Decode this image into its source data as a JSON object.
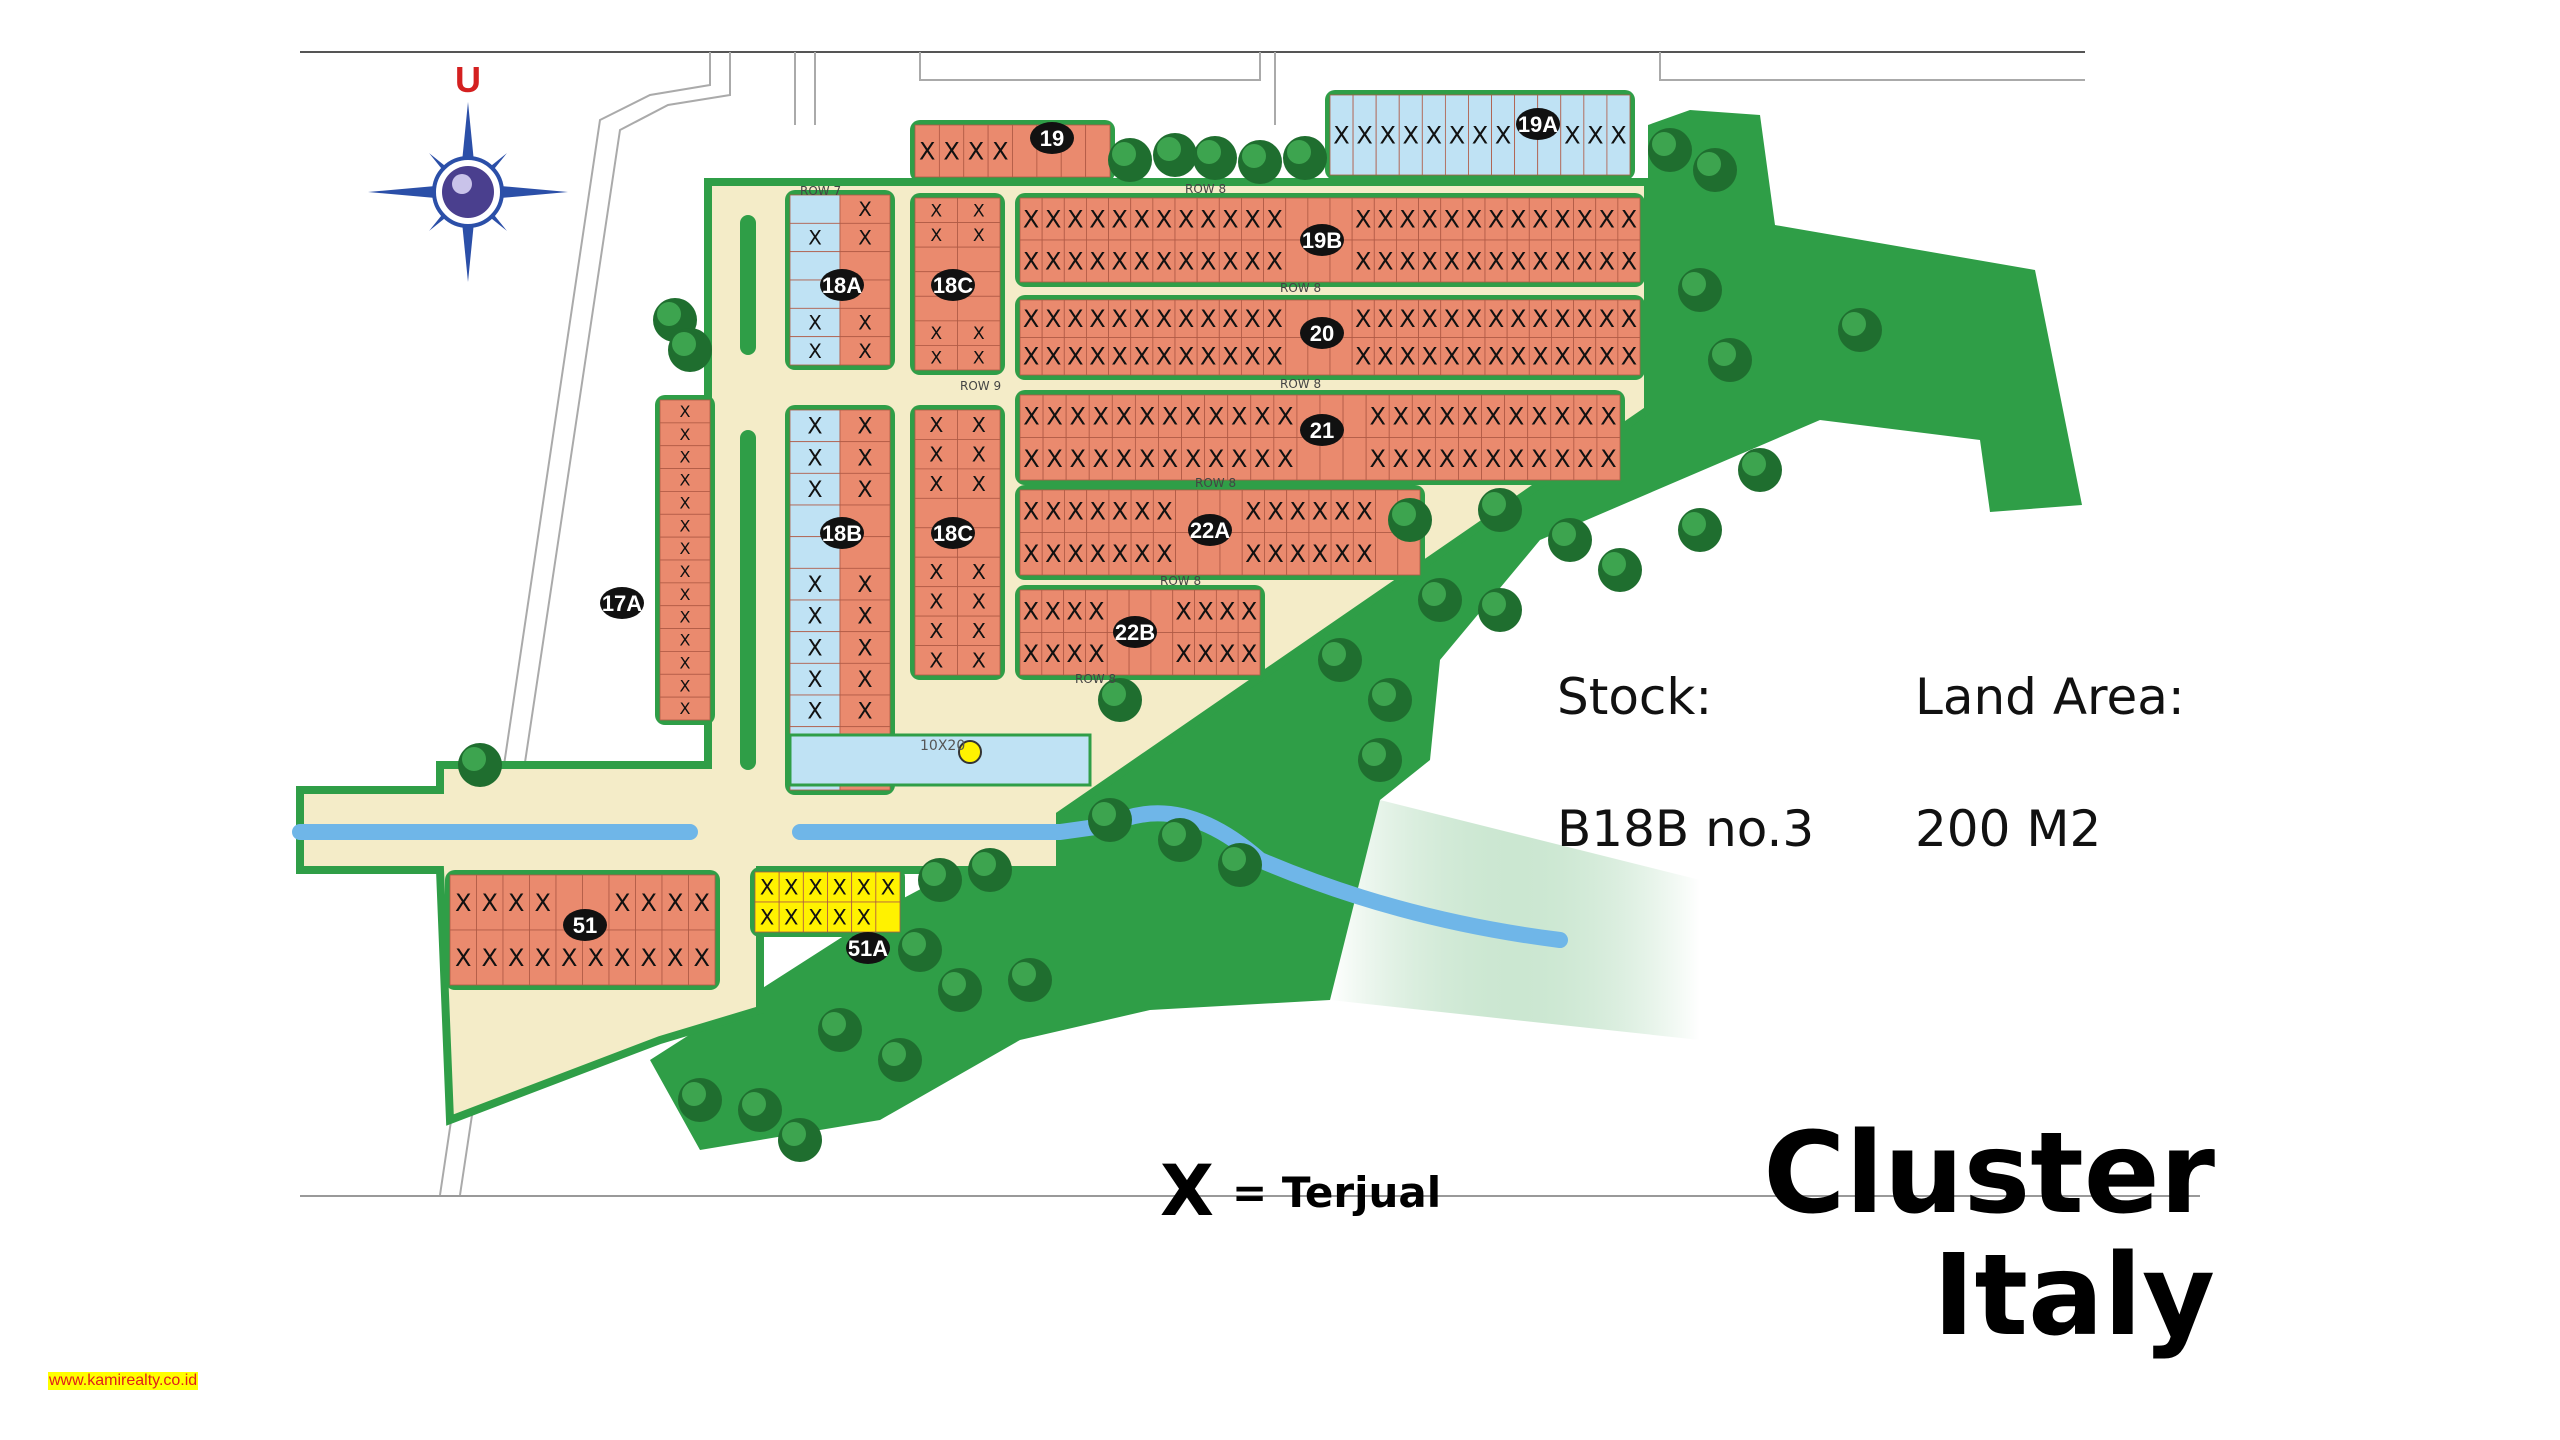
{
  "compass": {
    "north_label": "U"
  },
  "map": {
    "blocks": [
      "19",
      "19A",
      "18A",
      "18C",
      "19B",
      "20",
      "21",
      "18B",
      "18C",
      "22A",
      "22B",
      "17A",
      "51",
      "51A"
    ],
    "rows": [
      "ROW 7",
      "ROW 8",
      "ROW 8",
      "ROW 8",
      "ROW 8",
      "ROW 8",
      "ROW 9",
      "ROW 8"
    ],
    "plot_size": "10X20"
  },
  "info": {
    "stock_label": "Stock:",
    "stock_value": "B18B no.3",
    "area_label": "Land Area:",
    "area_value": "200 M2"
  },
  "legend": {
    "symbol": "X",
    "text": "= Terjual"
  },
  "title": {
    "line1": "Cluster",
    "line2": "Italy"
  },
  "website": "www.kamirealty.co.id",
  "colors": {
    "lot": "#ea8a6e",
    "green": "#2f9e47",
    "road": "#f4ecc8",
    "water": "#6fb6e8",
    "available": "#bfe2f4",
    "highlight": "#fff200"
  }
}
